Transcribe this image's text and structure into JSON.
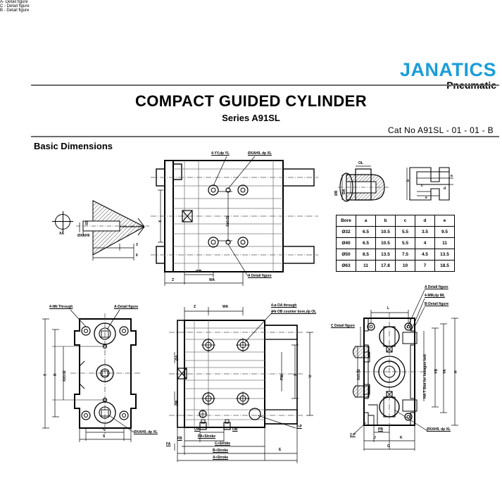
{
  "header": {
    "brand": "JANATICS",
    "brand_sub": "Pneumatic",
    "brand_color": "#1b9dd9",
    "title": "COMPACT GUIDED CYLINDER",
    "series": "Series A91SL",
    "cat_no": "Cat No A91SL - 01 - 01 - B",
    "section_title": "Basic Dimensions"
  },
  "detail_a": {
    "caption": "A- Detail figure",
    "labels": {
      "xa": "XA",
      "xb": "XB",
      "bore": "ØXAH9",
      "d3": "3",
      "d6": "6"
    }
  },
  "detail_c": {
    "caption": "C - Detail figure",
    "labels": {
      "ol": "OL",
      "oa": "ØA",
      "ob": "ØB"
    }
  },
  "detail_b": {
    "caption": "B - Detail figure",
    "labels": {
      "a": "a",
      "b": "b",
      "c": "c",
      "d": "d",
      "e": "e"
    }
  },
  "top_view": {
    "labels": {
      "yy": "4-YY,dp YL",
      "xah9": "ØXAH9, dp XL",
      "x_tol": "X±0.02",
      "x": "X",
      "wb": "WB",
      "wa": "WA",
      "z": "Z",
      "a_detail": "A Detail figure"
    }
  },
  "front_view": {
    "labels": {
      "nn": "4-NN Through",
      "a_detail": "A-Detail figure",
      "t": "T",
      "r": "R",
      "x_tol": "X±0.02",
      "q": "Q",
      "s": "S",
      "xah9": "ØXAH9, dp XL"
    }
  },
  "side_view": {
    "labels": {
      "oa_through": "4-ø OA through",
      "ob_counter": "4-ø OB counter bore,dp OL",
      "z": "Z",
      "wa": "WA",
      "x": "X",
      "u": "U",
      "pw": "PW",
      "oa": "OA",
      "ob": "OB",
      "two_p": "2-P",
      "phi_a": "ØA",
      "phi_b": "ØB",
      "fa": "FA",
      "fb": "FB",
      "e": "E",
      "pa_stroke": "PA+Stroke",
      "c_stroke": "C+Stroke",
      "b_stroke": "B+Stroke",
      "a_stroke": "A+Stroke"
    }
  },
  "rear_view": {
    "labels": {
      "a_detail": "A Detail figure",
      "mm": "4-MM,dp ML",
      "b_detail": "B-Detail figure",
      "c_detail": "C Detail figure",
      "l": "L",
      "x_tol": "X±0.02",
      "ha_slot": "HA T Slot for hexagon bolt",
      "yb": "YB",
      "ya": "YA",
      "h": "H",
      "two_p": "2-P",
      "pb": "PB",
      "j": "J",
      "k": "K",
      "g": "G",
      "xah9": "ØXAH9, dp XL"
    }
  },
  "table": {
    "headers": [
      "Bore",
      "a",
      "b",
      "c",
      "d",
      "e"
    ],
    "rows": [
      [
        "Ø32",
        "6.5",
        "10.5",
        "5.5",
        "3.5",
        "9.5"
      ],
      [
        "Ø40",
        "6.5",
        "10.5",
        "5.5",
        "4",
        "11"
      ],
      [
        "Ø50",
        "8.5",
        "13.5",
        "7.5",
        "4.5",
        "13.5"
      ],
      [
        "Ø63",
        "11",
        "17.8",
        "10",
        "7",
        "18.5"
      ]
    ]
  }
}
